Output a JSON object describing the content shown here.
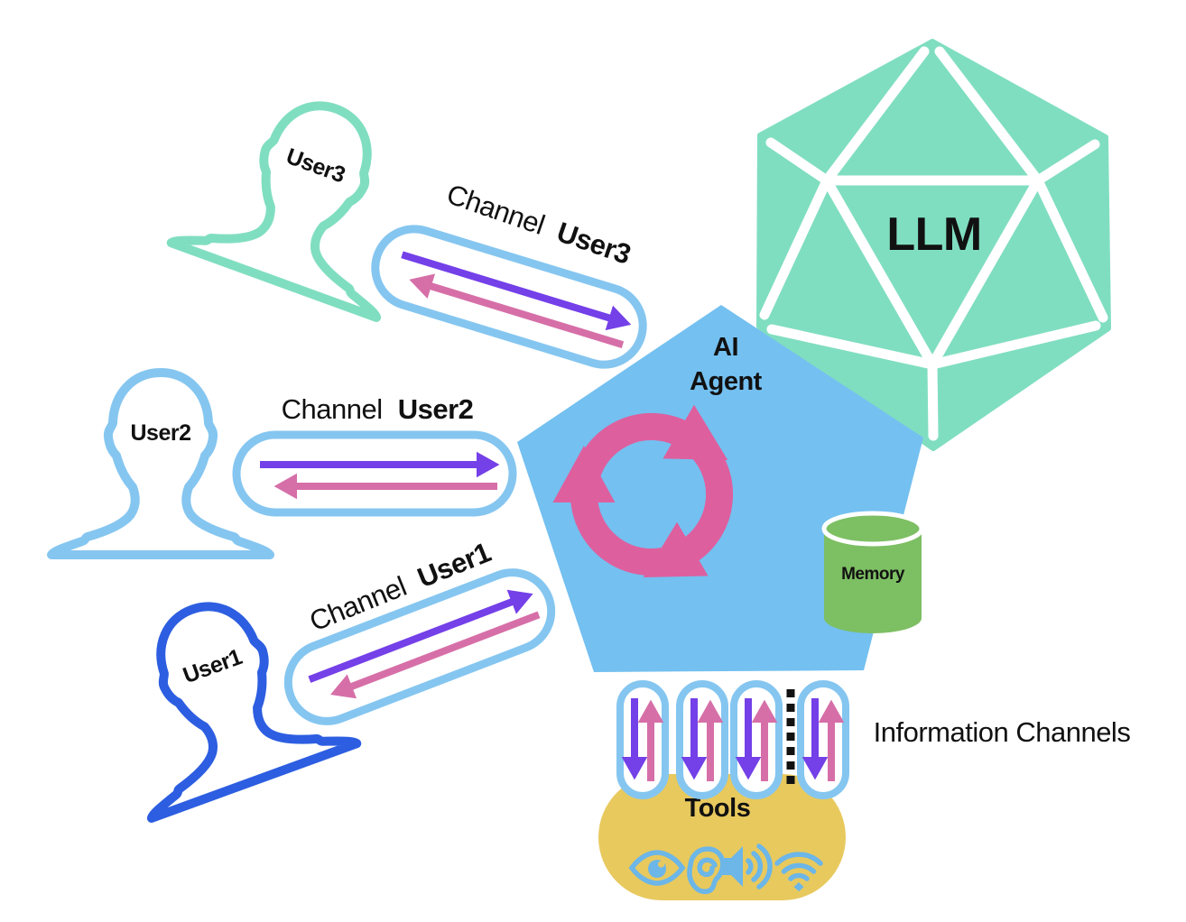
{
  "llm": {
    "label": "LLM"
  },
  "agent": {
    "label_line1": "AI",
    "label_line2": "Agent",
    "icon": "cycle-arrows-icon"
  },
  "memory": {
    "label": "Memory"
  },
  "tools": {
    "label": "Tools",
    "icons": [
      "eye-icon",
      "ear-icon",
      "speaker-icon",
      "wifi-icon"
    ]
  },
  "information_channels": {
    "label": "Information Channels",
    "channel_count": 4,
    "separator": "dotted-ellipsis"
  },
  "channels": [
    {
      "prefix": "Channel",
      "user": "User3"
    },
    {
      "prefix": "Channel",
      "user": "User2"
    },
    {
      "prefix": "Channel",
      "user": "User1"
    }
  ],
  "users": [
    {
      "label": "User3"
    },
    {
      "label": "User2"
    },
    {
      "label": "User1"
    }
  ],
  "colors": {
    "teal": "#80DEC0",
    "pentagon": "#74C0F0",
    "lightblue": "#85C6F0",
    "userblue": "#2D5EE1",
    "purple": "#7440E8",
    "pink": "#D66FA8",
    "cyclepink": "#DE5F9E",
    "green": "#7DBF63",
    "yellow": "#E8C95E",
    "iconblue": "#6CB6E8",
    "ink": "#111111"
  }
}
